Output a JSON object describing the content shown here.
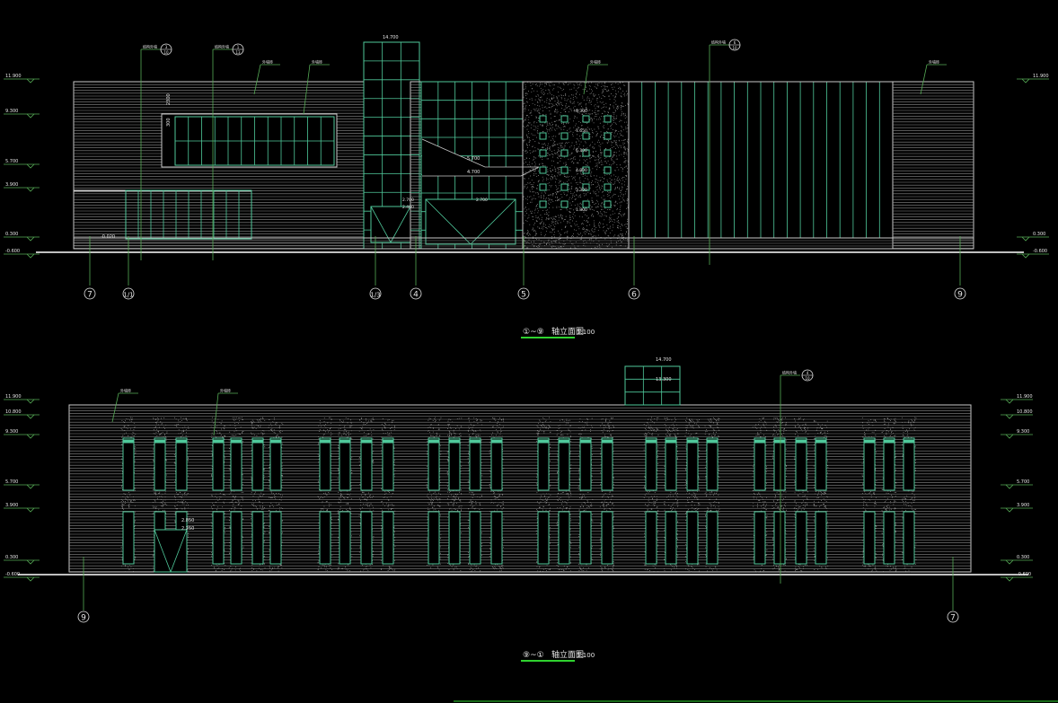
{
  "colors": {
    "background": "#000000",
    "wall": "#c8c8c8",
    "hatch": "#8a8a8a",
    "glass": "#4fc89a",
    "annot": "#55aa55",
    "text": "#e6e6e6",
    "underline": "#2fd22f"
  },
  "elevation_top": {
    "title_prefix": "①~⑨",
    "title": "轴立面图",
    "scale": "1:100",
    "levels_left": [
      "11.900",
      "9.300",
      "5.700",
      "3.900",
      "0.300",
      "-0.600"
    ],
    "levels_right": [
      "11.900",
      "0.300",
      "-0.600"
    ],
    "tower_level": "14.700",
    "inner_levels": [
      "9.300",
      "7.650",
      "6.300",
      "4.800",
      "3.300",
      "1.800"
    ],
    "canopy_levels": [
      "5.700",
      "4.700"
    ],
    "door_levels": [
      "2.700",
      "2.400",
      "2.700"
    ],
    "ground_level": "-0.020",
    "window_dim": "2300",
    "window_dim2": "300",
    "axes": [
      "7",
      "1/1",
      "1/3",
      "4",
      "5",
      "6",
      "9"
    ],
    "callouts": [
      "结构外墙",
      "结构外墙",
      "结构外墙",
      "外墙砖",
      "外墙砖",
      "外墙砖",
      "外墙砖"
    ],
    "callout_codes": [
      "3",
      "1",
      "6"
    ],
    "callout_sub": [
      "10",
      "13",
      "10"
    ]
  },
  "elevation_bottom": {
    "title_prefix": "⑨~①",
    "title": "轴立面图",
    "scale": "1:100",
    "levels_left": [
      "11.900",
      "10.800",
      "9.300",
      "5.700",
      "3.900",
      "0.300",
      "-0.600"
    ],
    "levels_right": [
      "11.900",
      "10.800",
      "9.300",
      "5.700",
      "3.900",
      "0.300",
      "-0.600"
    ],
    "tower_levels": [
      "14.700",
      "13.300"
    ],
    "door_levels": [
      "2.850",
      "2.250"
    ],
    "axes": [
      "9",
      "7"
    ],
    "callouts": [
      "外墙砖",
      "外墙砖",
      "结构外墙"
    ],
    "callout_code": "4",
    "callout_sub": "10"
  }
}
